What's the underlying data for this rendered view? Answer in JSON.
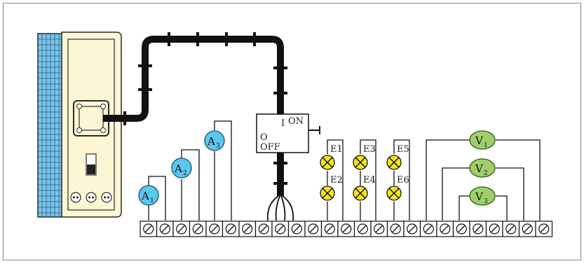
{
  "switch": {
    "on_label": "ON",
    "on_symbol": "I",
    "off_symbol": "O",
    "off_label": "OFF"
  },
  "lamps": [
    {
      "label": "E1"
    },
    {
      "label": "E2"
    },
    {
      "label": "E3"
    },
    {
      "label": "E4"
    },
    {
      "label": "E5"
    },
    {
      "label": "E6"
    }
  ],
  "ammeters": [
    {
      "letter": "A",
      "sub": "1"
    },
    {
      "letter": "A",
      "sub": "2"
    },
    {
      "letter": "A",
      "sub": "3"
    }
  ],
  "voltmeters": [
    {
      "letter": "V",
      "sub": "1"
    },
    {
      "letter": "V",
      "sub": "2"
    },
    {
      "letter": "V",
      "sub": "3"
    }
  ],
  "colors": {
    "ammeter_fill": "#5bc8ee",
    "voltmeter_fill": "#9fcf6a",
    "lamp_fill": "#f3e424",
    "panel_fill": "#fbf6d4",
    "mesh_fill": "#7ec3e8",
    "cable": "#111111"
  }
}
